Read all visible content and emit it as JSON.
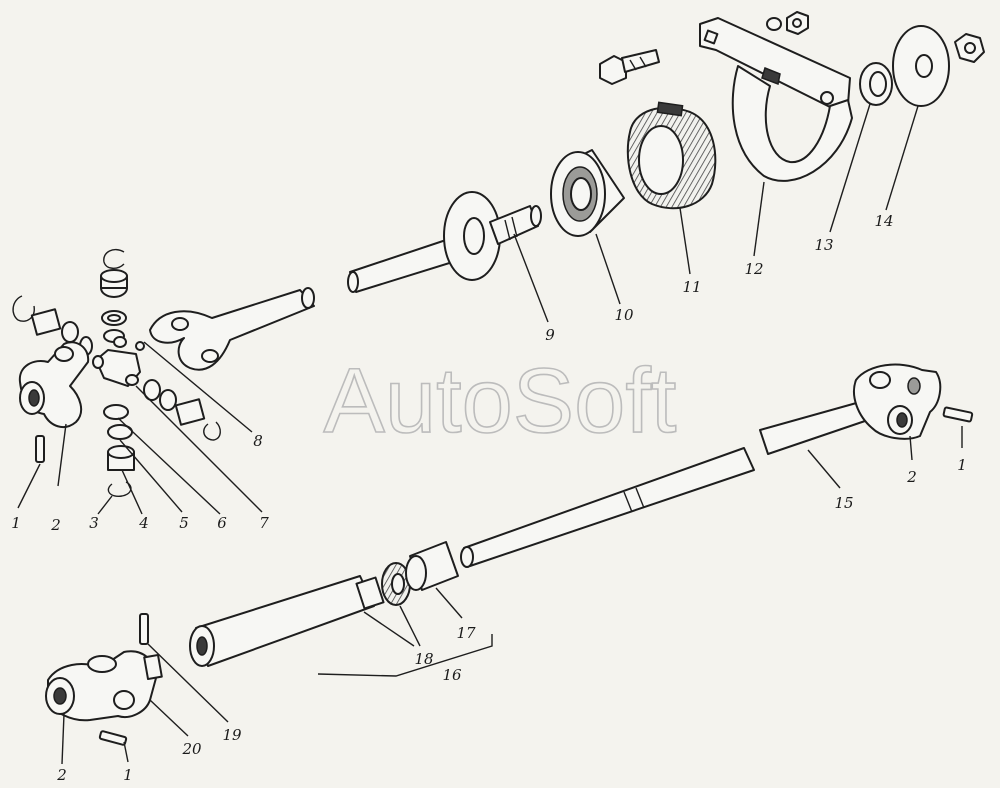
{
  "watermark": "AutoSoft",
  "labels": {
    "l1a": "1",
    "l2a": "2",
    "l3": "3",
    "l4": "4",
    "l5": "5",
    "l6": "6",
    "l7": "7",
    "l8": "8",
    "l9": "9",
    "l10": "10",
    "l11": "11",
    "l12": "12",
    "l13": "13",
    "l14": "14",
    "l15": "15",
    "l2b": "2",
    "l1b": "1",
    "l16": "16",
    "l17": "17",
    "l18": "18",
    "l19": "19",
    "l20": "20",
    "l2c": "2",
    "l1c": "1"
  }
}
